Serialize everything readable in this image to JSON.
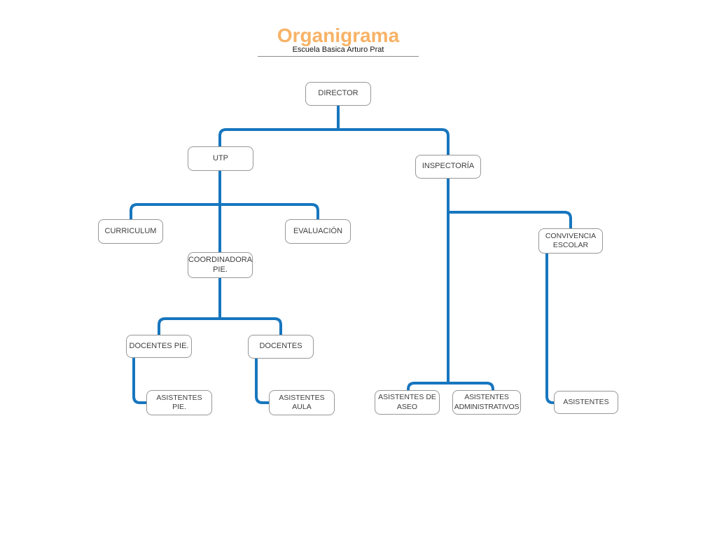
{
  "header": {
    "title": "Organigrama",
    "subtitle": "Escuela Basica Arturo Prat"
  },
  "colors": {
    "title_orange": "#f8b266",
    "connector_blue": "#1776be",
    "box_border_gray": "#979797",
    "box_text_gray": "#3e3e3e",
    "box_fill": "#ffffff"
  },
  "org": {
    "nodes": [
      {
        "id": "director",
        "label": "DIRECTOR",
        "parent": null
      },
      {
        "id": "utp",
        "label": "UTP",
        "parent": "director"
      },
      {
        "id": "inspectoria",
        "label": "INSPECTORÍA",
        "parent": "director"
      },
      {
        "id": "curriculum",
        "label": "CURRICULUM",
        "parent": "utp"
      },
      {
        "id": "evaluacion",
        "label": "EVALUACIÓN",
        "parent": "utp"
      },
      {
        "id": "coordinadora-pie",
        "label": "COORDINADORA\nPIE.",
        "parent": "utp"
      },
      {
        "id": "convivencia-escolar",
        "label": "CONVIVENCIA\nESCOLAR",
        "parent": "inspectoria"
      },
      {
        "id": "docentes-pie",
        "label": "DOCENTES PIE.",
        "parent": "coordinadora-pie"
      },
      {
        "id": "docentes",
        "label": "DOCENTES",
        "parent": "coordinadora-pie"
      },
      {
        "id": "asistentes-pie",
        "label": "ASISTENTES\nPIE.",
        "parent": "docentes-pie"
      },
      {
        "id": "asistentes-aula",
        "label": "ASISTENTES\nAULA",
        "parent": "docentes"
      },
      {
        "id": "asistentes-de-aseo",
        "label": "ASISTENTES DE\nASEO",
        "parent": "inspectoria"
      },
      {
        "id": "asistentes-administrativos",
        "label": "ASISTENTES\nADMINISTRATIVOS",
        "parent": "inspectoria"
      },
      {
        "id": "asistentes",
        "label": "ASISTENTES",
        "parent": "convivencia-escolar"
      }
    ]
  }
}
